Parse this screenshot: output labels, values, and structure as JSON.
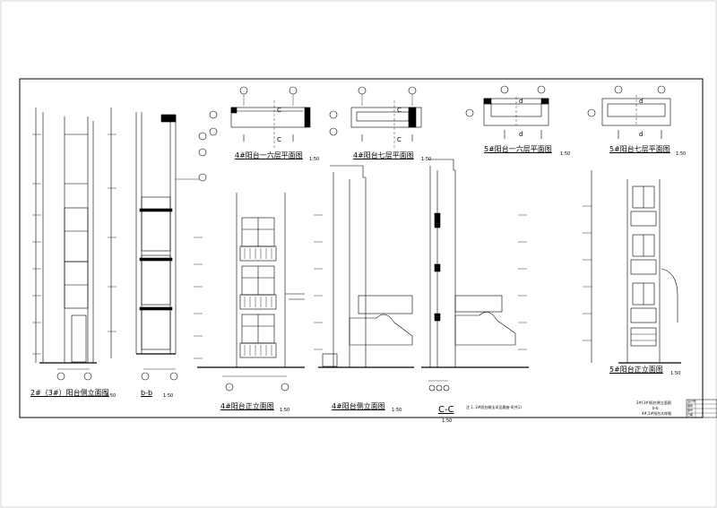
{
  "titles": {
    "t1": "2#（3#）阳台侧立面图",
    "t2": "b-b",
    "t3": "4#阳台一六层平面图",
    "t4": "4#阳台七层平面图",
    "t5": "5#阳台一六层平面图",
    "t6": "5#阳台七层平面图",
    "t7": "4#阳台正立面图",
    "t8": "4#阳台侧立面图",
    "t9": "C-C",
    "t10": "5#阳台正立面图"
  },
  "scales": {
    "s1": "1:50",
    "s2": "1:50",
    "s3": "1:50",
    "s4": "1:50",
    "s5": "1:50",
    "s6": "1:50",
    "s7": "1:50",
    "s8": "1:50",
    "s9": "1:50",
    "s10": "1:50"
  },
  "section_marks": {
    "c": "C",
    "d": "d"
  },
  "note": "注 1. 2#阳台做法详见建施-4(共1)",
  "title_block": {
    "drawing_name_1": "2#(3#)阳台侧立面图",
    "drawing_name_2": "b-b",
    "drawing_name_3": "4#,5#阳台大样图",
    "cells": [
      "设计号",
      "图别",
      "图号",
      "日期"
    ]
  }
}
